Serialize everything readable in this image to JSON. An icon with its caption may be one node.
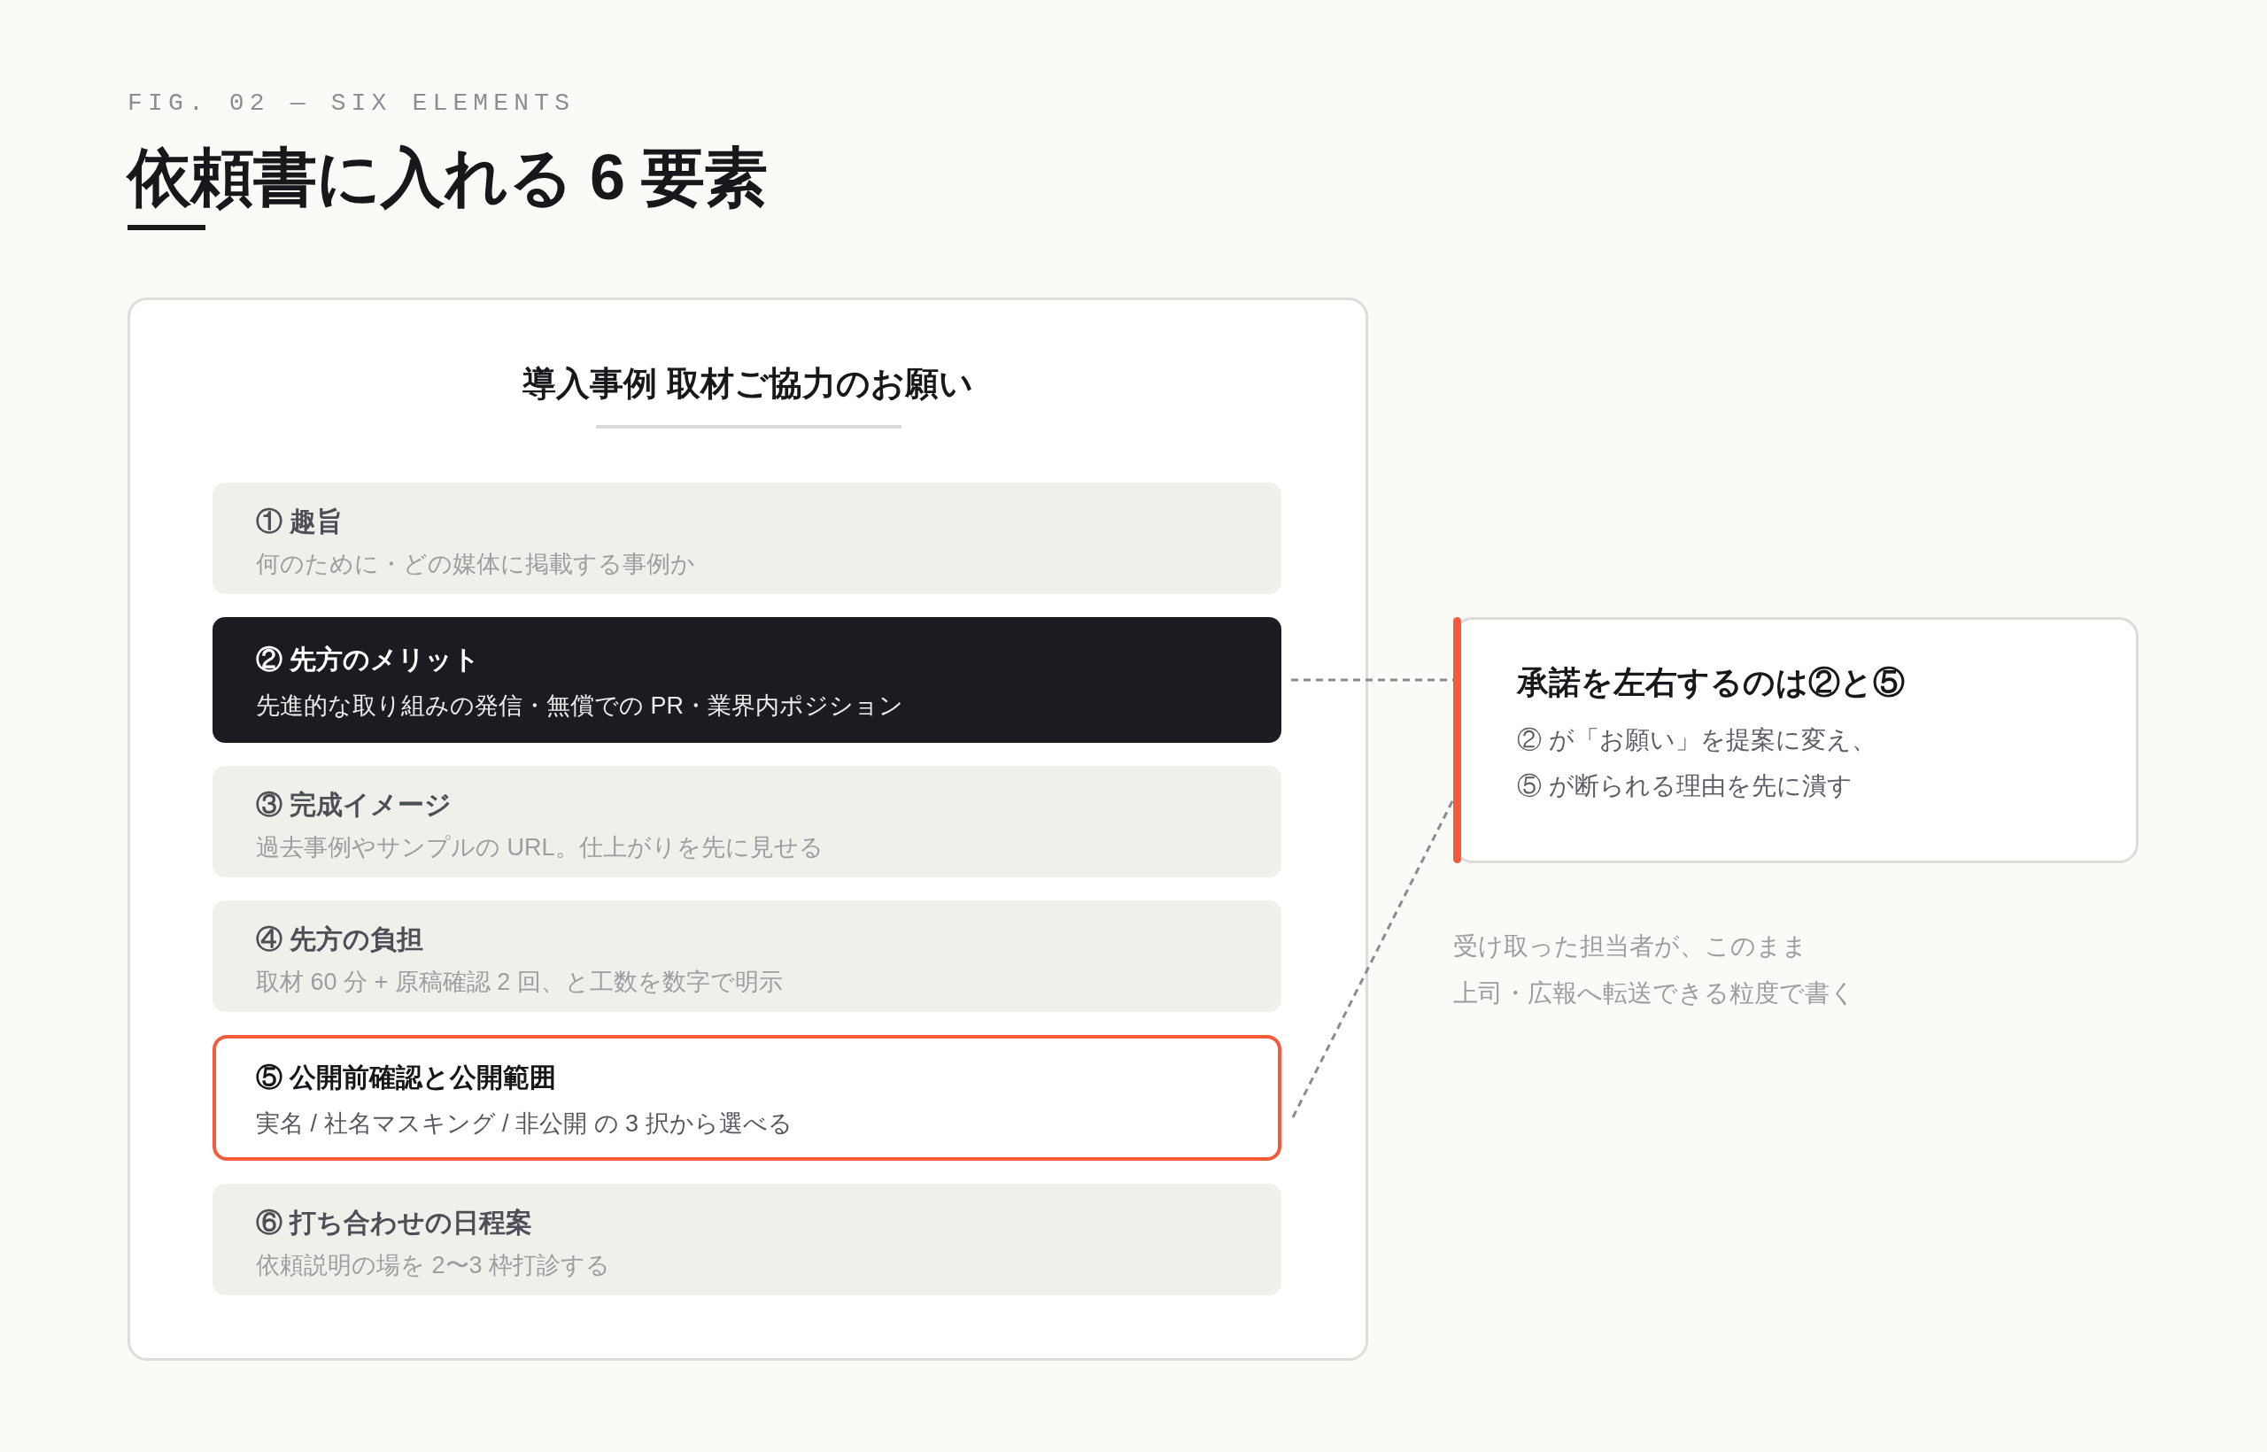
{
  "diagram": {
    "title": "依頼書に入れる 6 要素",
    "nodes": [
      {
        "text": [
          "導入事例 取材ご協力のお願い"
        ]
      },
      {
        "text": [
          "① 趣旨",
          "何のために・どの媒体に掲載する事例か"
        ],
        "in": 0
      },
      {
        "text": [
          "② 先方のメリット",
          "先進的な取り組みの発信・無償での PR・業界内ポジション"
        ],
        "in": 0
      },
      {
        "text": [
          "③ 完成イメージ",
          "過去事例やサンプルの URL。仕上がりを先に見せる"
        ],
        "in": 0
      },
      {
        "text": [
          "④ 先方の負担",
          "取材 60 分 + 原稿確認 2 回、と工数を数字で明示"
        ],
        "in": 0
      },
      {
        "text": [
          "⑤ 公開前確認と公開範囲",
          "実名 / 社名マスキング / 非公開 の 3 択から選べる"
        ],
        "in": 0
      },
      {
        "text": [
          "⑥ 打ち合わせの日程案",
          "依頼説明の場を 2〜3 枠打診する"
        ],
        "in": 0
      },
      {
        "text": [
          "承諾を左右するのは②と⑤",
          "② が「お願い」を提案に変え、⑤ が断られる理由を先に潰す"
        ]
      }
    ],
    "edges": [
      {
        "from": 2,
        "to": 7,
        "arrow": "none",
        "style": "dashed"
      },
      {
        "from": 5,
        "to": 7,
        "arrow": "none",
        "style": "dashed"
      }
    ],
    "labels": [
      "FIG. 02 — SIX ELEMENTS",
      "受け取った担当者が、このまま上司・広報へ転送できる粒度で書く"
    ]
  }
}
